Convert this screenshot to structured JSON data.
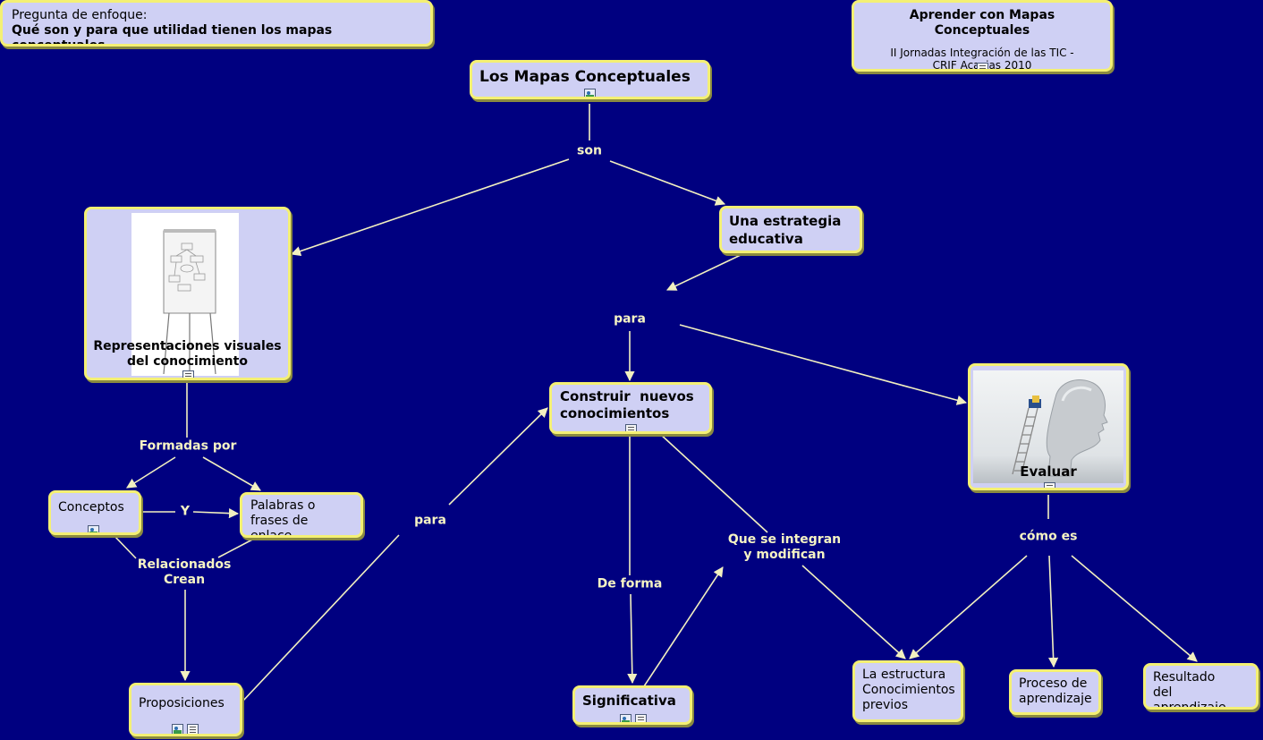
{
  "focus": {
    "line1": "Pregunta de enfoque:",
    "line2": "Qué son y para que utilidad tienen los mapas conceptuales"
  },
  "info": {
    "title": "Aprender con Mapas Conceptuales",
    "subtitle": "II Jornadas Integración de las TIC -\nCRIF Acacias 2010"
  },
  "nodes": {
    "main": "Los Mapas Conceptuales",
    "representaciones": "Representaciones visuales\ndel conocimiento",
    "estrategia": "Una estrategia\neducativa",
    "construir": "Construir  nuevos\nconocimientos",
    "evaluar": "Evaluar",
    "conceptos": "Conceptos",
    "palabras": "Palabras o\nfrases de enlace",
    "proposiciones": "Proposiciones",
    "significativa": "Significativa",
    "estructura": "La estructura\nConocimientos\nprevios",
    "proceso": "Proceso de\naprendizaje",
    "resultado": "Resultado\ndel aprendizaje"
  },
  "links": {
    "son": "son",
    "para1": "para",
    "formadas": "Formadas por",
    "y": "Y",
    "relacionados": "Relacionados\nCrean",
    "para2": "para",
    "deforma": "De forma",
    "integran": "Que se integran\ny modifican",
    "comoes": "cómo es"
  },
  "colors": {
    "background": "#000080",
    "node_fill": "#cfd0f4",
    "node_border": "#f4f074",
    "edge": "#f2f0c0",
    "link_text": "#f6f4c4"
  },
  "icons": [
    "document-icon",
    "image-icon"
  ]
}
